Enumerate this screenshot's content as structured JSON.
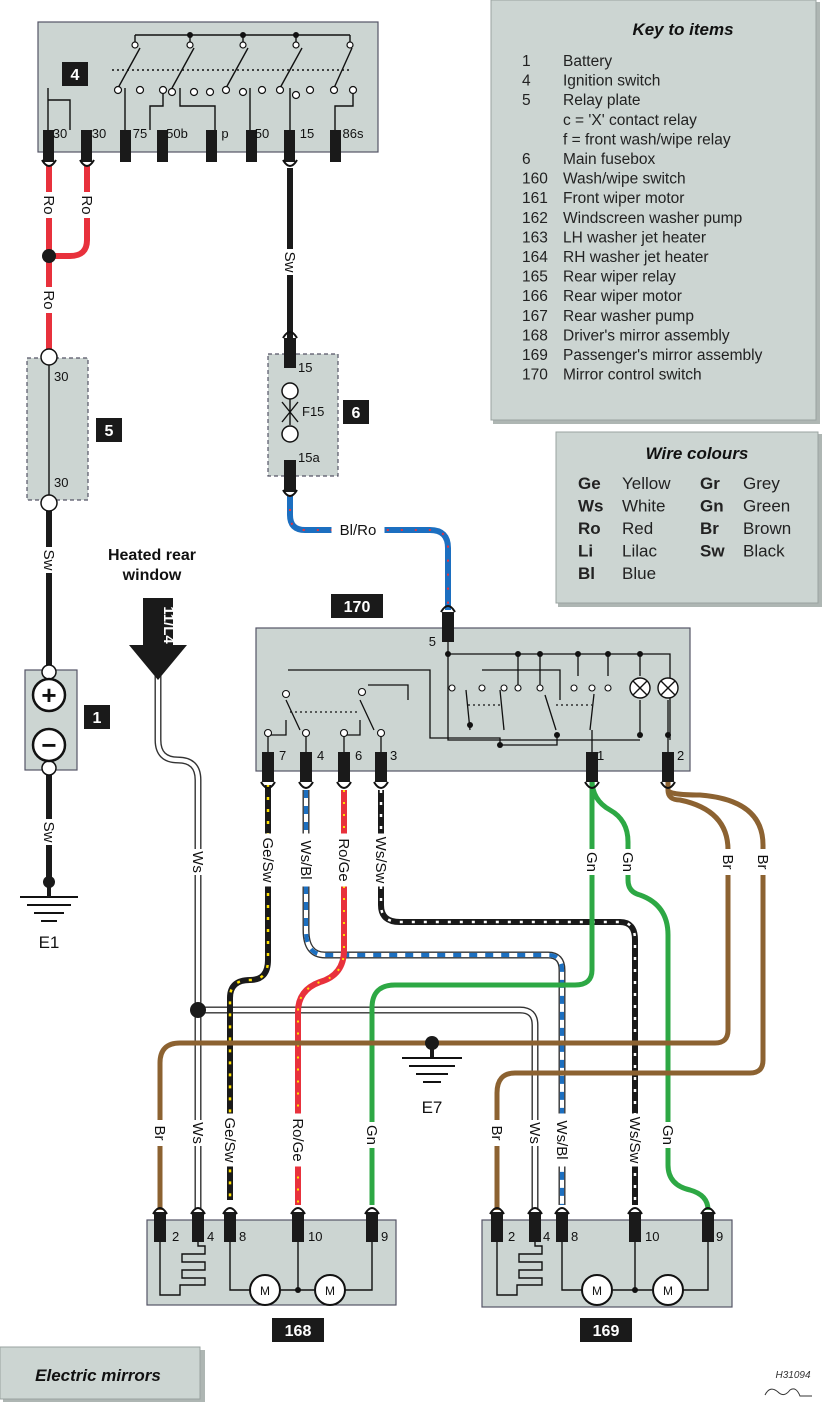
{
  "key": {
    "title": "Key to items",
    "items": [
      {
        "num": "1",
        "label": "Battery"
      },
      {
        "num": "4",
        "label": "Ignition switch"
      },
      {
        "num": "5",
        "label": "Relay plate"
      },
      {
        "num": "",
        "label": "c = 'X' contact relay"
      },
      {
        "num": "",
        "label": "f = front wash/wipe relay"
      },
      {
        "num": "6",
        "label": "Main fusebox"
      },
      {
        "num": "160",
        "label": "Wash/wipe switch"
      },
      {
        "num": "161",
        "label": "Front wiper motor"
      },
      {
        "num": "162",
        "label": "Windscreen washer pump"
      },
      {
        "num": "163",
        "label": "LH washer jet heater"
      },
      {
        "num": "164",
        "label": "RH washer jet heater"
      },
      {
        "num": "165",
        "label": "Rear wiper relay"
      },
      {
        "num": "166",
        "label": "Rear wiper motor"
      },
      {
        "num": "167",
        "label": "Rear washer pump"
      },
      {
        "num": "168",
        "label": "Driver's mirror assembly"
      },
      {
        "num": "169",
        "label": "Passenger's mirror assembly"
      },
      {
        "num": "170",
        "label": "Mirror control switch"
      }
    ]
  },
  "wire_colours": {
    "title": "Wire colours",
    "items": [
      {
        "code": "Ge",
        "name": "Yellow"
      },
      {
        "code": "Gr",
        "name": "Grey"
      },
      {
        "code": "Ws",
        "name": "White"
      },
      {
        "code": "Gn",
        "name": "Green"
      },
      {
        "code": "Ro",
        "name": "Red"
      },
      {
        "code": "Br",
        "name": "Brown"
      },
      {
        "code": "Li",
        "name": "Lilac"
      },
      {
        "code": "Sw",
        "name": "Black"
      },
      {
        "code": "Bl",
        "name": "Blue"
      }
    ]
  },
  "components": {
    "ignition_switch": {
      "id": "4",
      "pins": [
        "30",
        "30",
        "75",
        "50b",
        "p",
        "50",
        "15",
        "86s"
      ]
    },
    "relay_plate": {
      "id": "5",
      "pins": [
        "30",
        "30"
      ]
    },
    "fusebox": {
      "id": "6",
      "pins": [
        "15",
        "15a"
      ],
      "fuse": "F15"
    },
    "battery": {
      "id": "1",
      "plus": "+",
      "minus": "−"
    },
    "mirror_switch": {
      "id": "170",
      "pins": [
        "5",
        "7",
        "4",
        "6",
        "3",
        "1",
        "2"
      ]
    },
    "driver_mirror": {
      "id": "168",
      "pins": [
        "2",
        "4",
        "8",
        "10",
        "9"
      ],
      "motor": "M"
    },
    "passenger_mirror": {
      "id": "169",
      "pins": [
        "2",
        "4",
        "8",
        "10",
        "9"
      ],
      "motor": "M"
    }
  },
  "earths": {
    "e1": "E1",
    "e7": "E7"
  },
  "heated_rear_window": {
    "line1": "Heated rear",
    "line2": "window",
    "ref": "11/L4"
  },
  "wire_labels": {
    "ro": "Ro",
    "sw": "Sw",
    "blro": "Bl/Ro",
    "ws": "Ws",
    "gesw": "Ge/Sw",
    "wsbl": "Ws/Bl",
    "roge": "Ro/Ge",
    "wssw": "Ws/Sw",
    "gn": "Gn",
    "br": "Br"
  },
  "colors": {
    "red": "#e8313c",
    "black": "#1a1a1a",
    "blue": "#1c6fc0",
    "green": "#2da844",
    "brown": "#8c6231",
    "yellow": "#ffe000",
    "white": "#ffffff",
    "panel": "#ccd5d2"
  },
  "title_label": "Electric mirrors",
  "drawing_ref": "H31094"
}
